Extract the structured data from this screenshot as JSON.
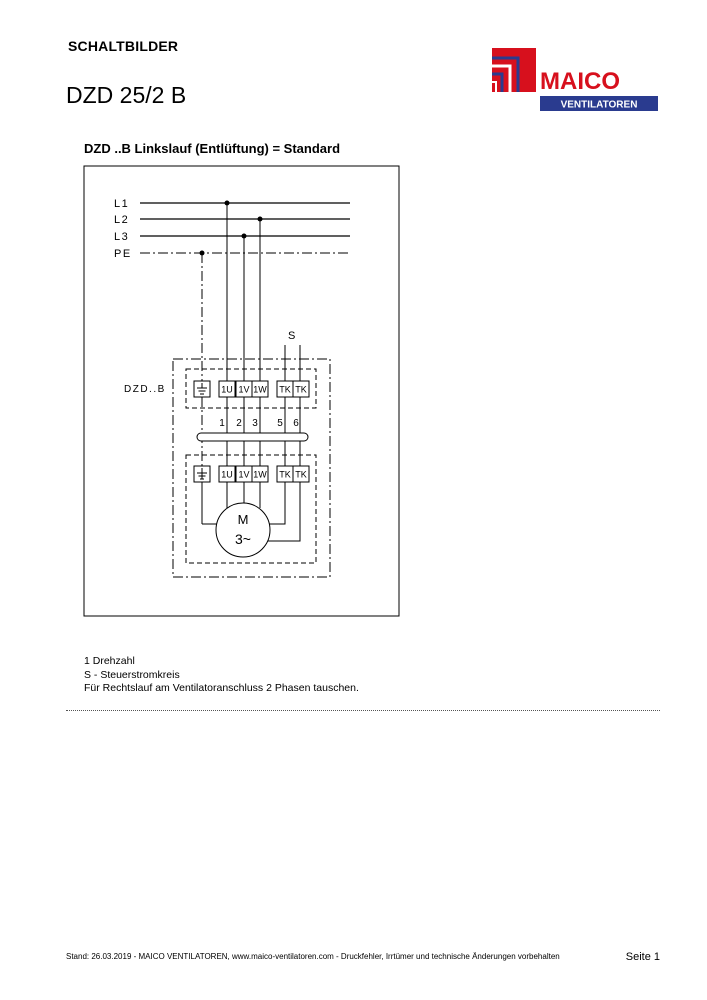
{
  "header": {
    "section_title": "SCHALTBILDER",
    "product_title": "DZD 25/2 B"
  },
  "logo": {
    "brand": "MAICO",
    "tagline": "VENTILATOREN",
    "colors": {
      "red": "#d7101d",
      "blue": "#2a3b8f"
    }
  },
  "diagram": {
    "title": "DZD ..B Linkslauf (Entlüftung) = Standard",
    "lines": [
      "L1",
      "L2",
      "L3",
      "PE"
    ],
    "control_label": "S",
    "device_label": "DZD..B",
    "terminals_top": [
      "1U",
      "1V",
      "1W",
      "TK",
      "TK"
    ],
    "wire_numbers": [
      "1",
      "2",
      "3",
      "5",
      "6"
    ],
    "terminals_bottom": [
      "1U",
      "1V",
      "1W",
      "TK",
      "TK"
    ],
    "motor_label": "M",
    "motor_phase": "3~"
  },
  "notes": [
    "1 Drehzahl",
    "S - Steuerstromkreis",
    "Für Rechtslauf am Ventilatoranschluss 2 Phasen tauschen."
  ],
  "footer": {
    "text": "Stand: 26.03.2019 - MAICO VENTILATOREN, www.maico-ventilatoren.com - Druckfehler, Irrtümer und technische Änderungen vorbehalten",
    "page": "Seite 1"
  }
}
